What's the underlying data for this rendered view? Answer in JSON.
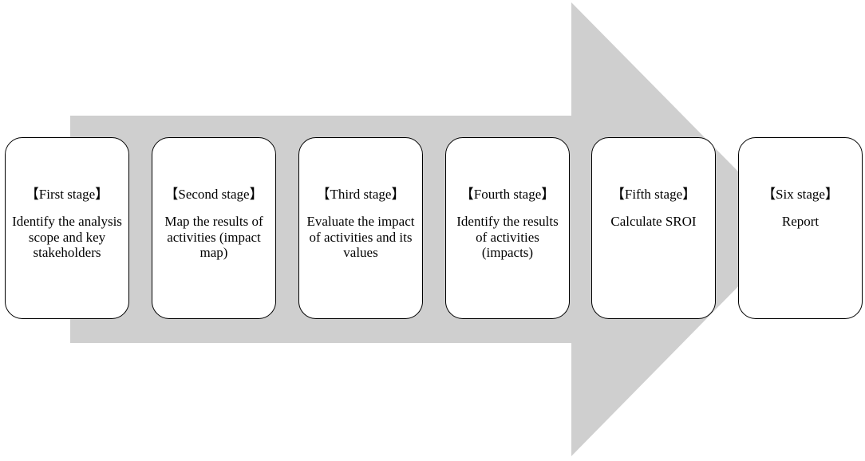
{
  "colors": {
    "arrow_fill": "#cfcfcf",
    "box_fill": "#ffffff",
    "box_border": "#000000",
    "text": "#000000"
  },
  "stages": [
    {
      "title": "【First stage】",
      "description": "Identify the analysis scope and key stakeholders"
    },
    {
      "title": "【Second stage】",
      "description": "Map the results of activities (impact map)"
    },
    {
      "title": "【Third stage】",
      "description": "Evaluate the impact of activities and its values"
    },
    {
      "title": "【Fourth stage】",
      "description": "Identify the results of activities (impacts)"
    },
    {
      "title": "【Fifth stage】",
      "description": "Calculate SROI"
    },
    {
      "title": "【Six stage】",
      "description": "Report"
    }
  ]
}
